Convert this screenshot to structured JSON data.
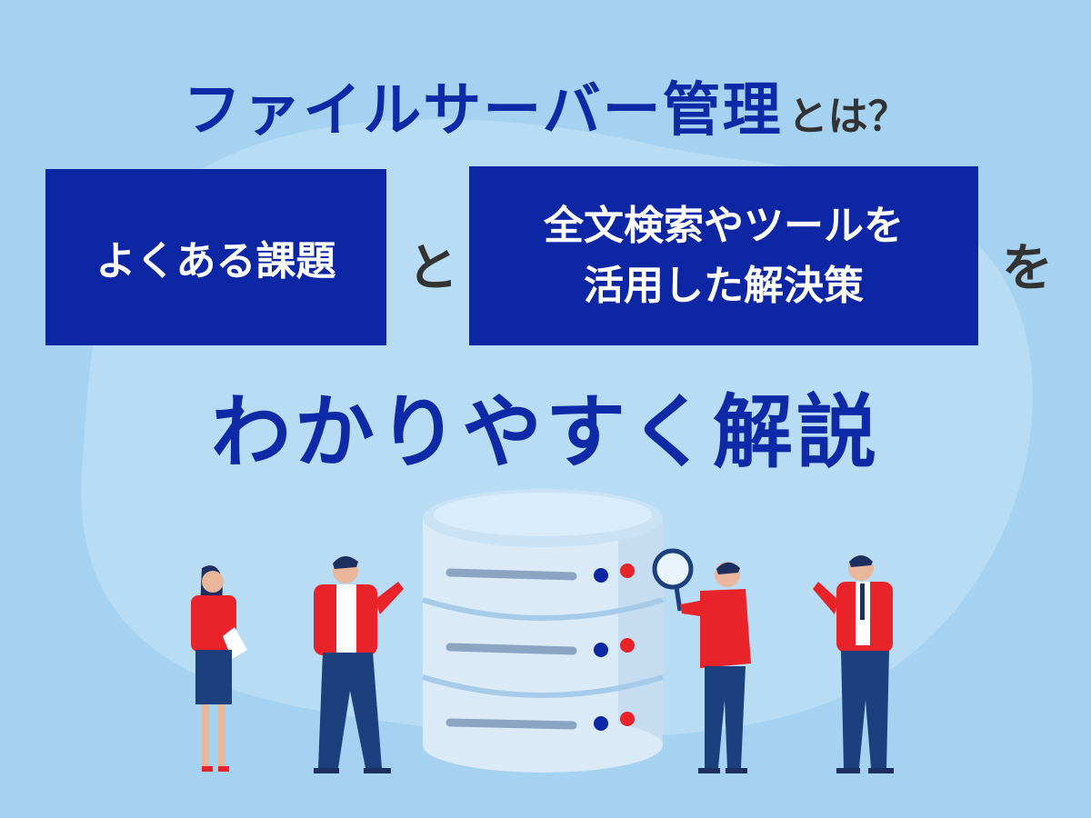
{
  "title": {
    "main": "ファイルサーバー管理",
    "sub": "とは？"
  },
  "boxes": {
    "left": "よくある課題",
    "right_line1": "全文検索やツールを",
    "right_line2": "活用した解決策"
  },
  "connectors": {
    "and": "と",
    "object": "を"
  },
  "headline": "わかりやすく解説",
  "colors": {
    "background": "#a6d2f1",
    "navy": "#0d27a4",
    "accent_red": "#e8232a",
    "text_dark": "#333333"
  }
}
